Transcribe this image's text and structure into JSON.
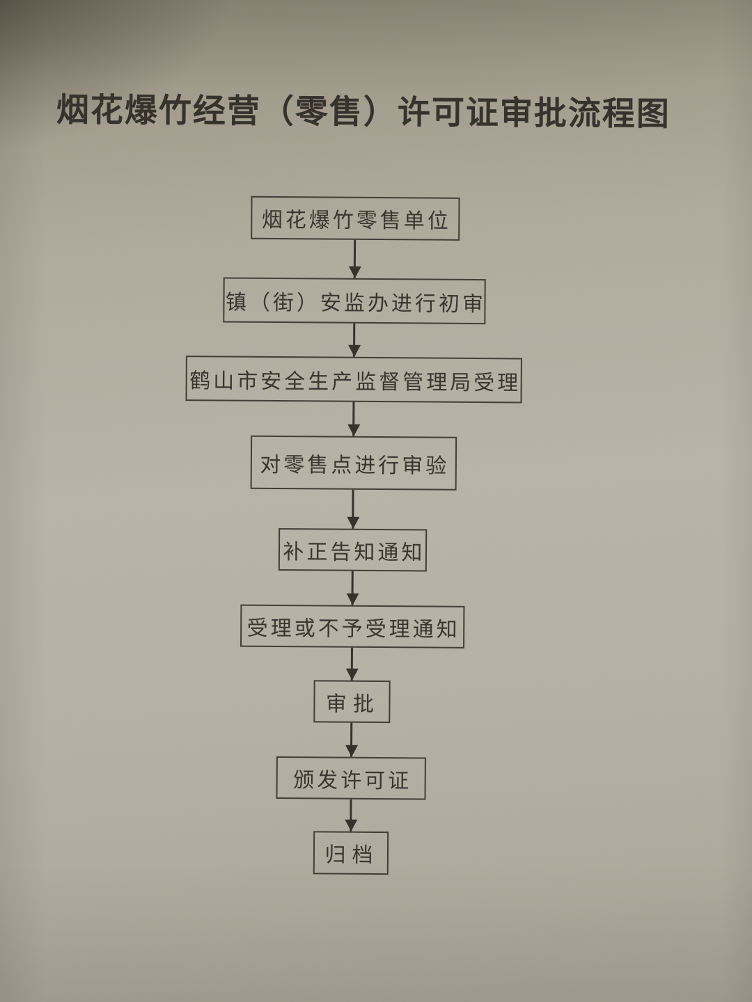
{
  "document": {
    "title": "烟花爆竹经营（零售）许可证审批流程图"
  },
  "flowchart": {
    "direction": "top-to-bottom",
    "steps": [
      {
        "label": "烟花爆竹零售单位"
      },
      {
        "label": "镇（街）安监办进行初审"
      },
      {
        "label": "鹤山市安全生产监督管理局受理"
      },
      {
        "label": "对零售点进行审验"
      },
      {
        "label": "补正告知通知"
      },
      {
        "label": "受理或不予受理通知"
      },
      {
        "label": "审批"
      },
      {
        "label": "颁发许可证"
      },
      {
        "label": "归档"
      }
    ],
    "connector": "arrow-down"
  },
  "colors": {
    "paper": "#b6b0a4",
    "ink": "#36322b",
    "box_border": "#3e3a32"
  }
}
